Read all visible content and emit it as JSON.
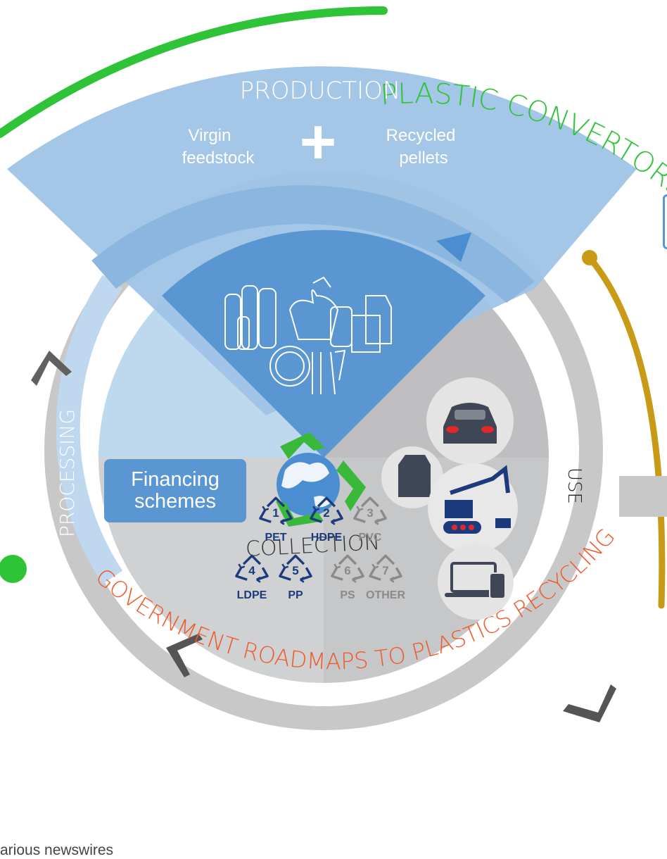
{
  "top_arc_label": "PLASTIC CONVERTORS",
  "bottom_arc_label": "GOVERNMENT ROADMAPS TO PLASTICS RECYCLING",
  "stages": {
    "production": "PRODUCTION",
    "use": "USE",
    "collection": "COLLECTION",
    "processing": "PROCESSING"
  },
  "production_inputs": {
    "left_line1": "Virgin",
    "left_line2": "feedstock",
    "plus": "+",
    "right_line1": "Recycled",
    "right_line2": "pellets"
  },
  "financing": {
    "line1": "Financing",
    "line2": "schemes"
  },
  "resin_codes": [
    {
      "num": "1",
      "label": "PET",
      "active": true
    },
    {
      "num": "2",
      "label": "HDPE",
      "active": true
    },
    {
      "num": "3",
      "label": "PVC",
      "active": false
    },
    {
      "num": "4",
      "label": "LDPE",
      "active": true
    },
    {
      "num": "5",
      "label": "PP",
      "active": true
    },
    {
      "num": "6",
      "label": "PS",
      "active": false
    },
    {
      "num": "7",
      "label": "OTHER",
      "active": false
    }
  ],
  "use_icons": [
    "car-icon",
    "carton-icon",
    "crane-icon",
    "laptop-phone-icon"
  ],
  "source_note": "arious newswires",
  "colors": {
    "green_arc": "#2fc337",
    "orange_text": "#f05a28",
    "gold_line": "#c89a16",
    "light_blue": "#bfd7ef",
    "mid_blue": "#9fc3e6",
    "dark_blue": "#5a96d2",
    "grey": "#c8c8c8",
    "navy": "#1c3b7c"
  }
}
